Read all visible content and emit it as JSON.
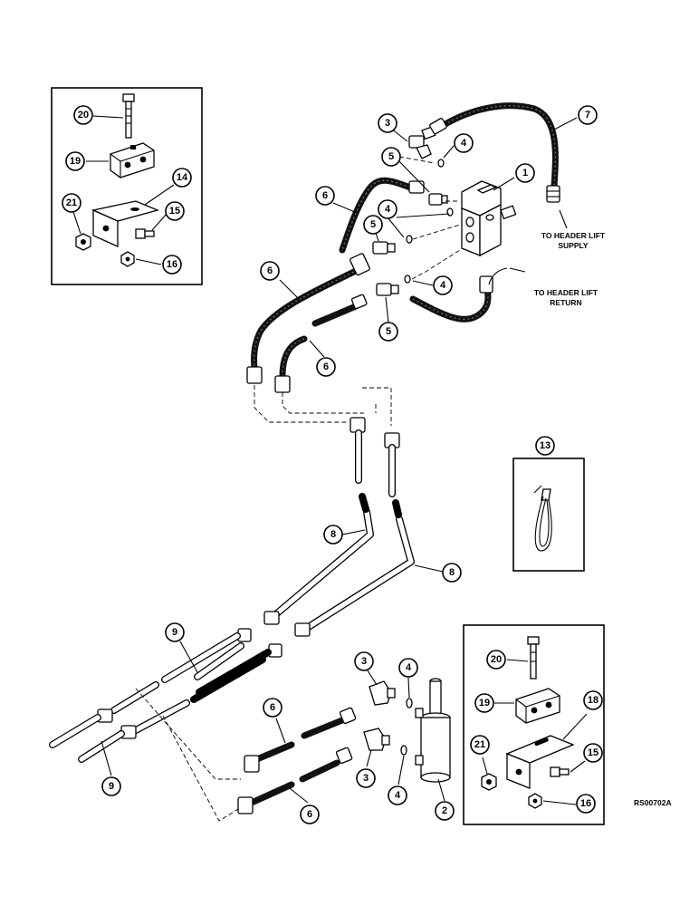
{
  "callouts": {
    "c1": "1",
    "c2": "2",
    "c3a": "3",
    "c3b": "3",
    "c3c": "3",
    "c4a": "4",
    "c4b": "4",
    "c4c": "4",
    "c4d": "4",
    "c4e": "4",
    "c5a": "5",
    "c5b": "5",
    "c5c": "5",
    "c6a": "6",
    "c6b": "6",
    "c6c": "6",
    "c6d": "6",
    "c6e": "6",
    "c7": "7",
    "c8a": "8",
    "c8b": "8",
    "c9a": "9",
    "c9b": "9",
    "c13": "13",
    "c14": "14",
    "c15a": "15",
    "c15b": "15",
    "c16a": "16",
    "c16b": "16",
    "c18": "18",
    "c19a": "19",
    "c19b": "19",
    "c20a": "20",
    "c20b": "20",
    "c21a": "21",
    "c21b": "21"
  },
  "notes": {
    "supply_line1": "TO HEADER LIFT",
    "supply_line2": "SUPPLY",
    "return_line1": "TO HEADER LIFT",
    "return_line2": "RETURN"
  },
  "reference_code": "RS00702A"
}
